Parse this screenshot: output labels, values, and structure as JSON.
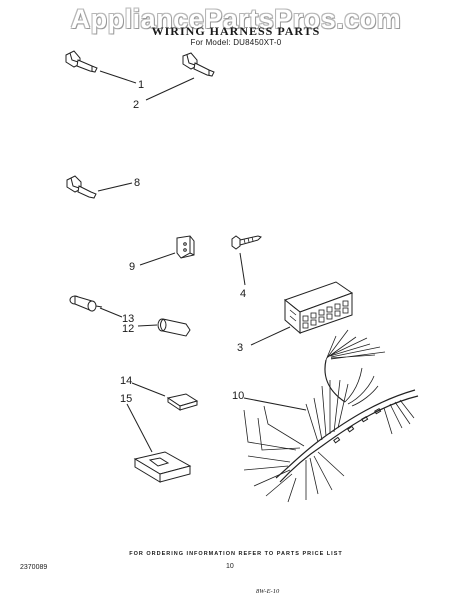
{
  "watermark": "AppliancePartsPros.com",
  "title": "WIRING HARNESS PARTS",
  "subtitle": "For Model: DU8450XT-0",
  "callouts": {
    "c1": "1",
    "c2": "2",
    "c3": "3",
    "c4": "4",
    "c8": "8",
    "c9": "9",
    "c10": "10",
    "c12": "12",
    "c13": "13",
    "c14": "14",
    "c15": "15"
  },
  "footer": {
    "ordering_note": "FOR ORDERING INFORMATION REFER TO PARTS PRICE LIST",
    "doc_number": "2370089",
    "page_number": "10",
    "signature": "8W-E-10"
  }
}
